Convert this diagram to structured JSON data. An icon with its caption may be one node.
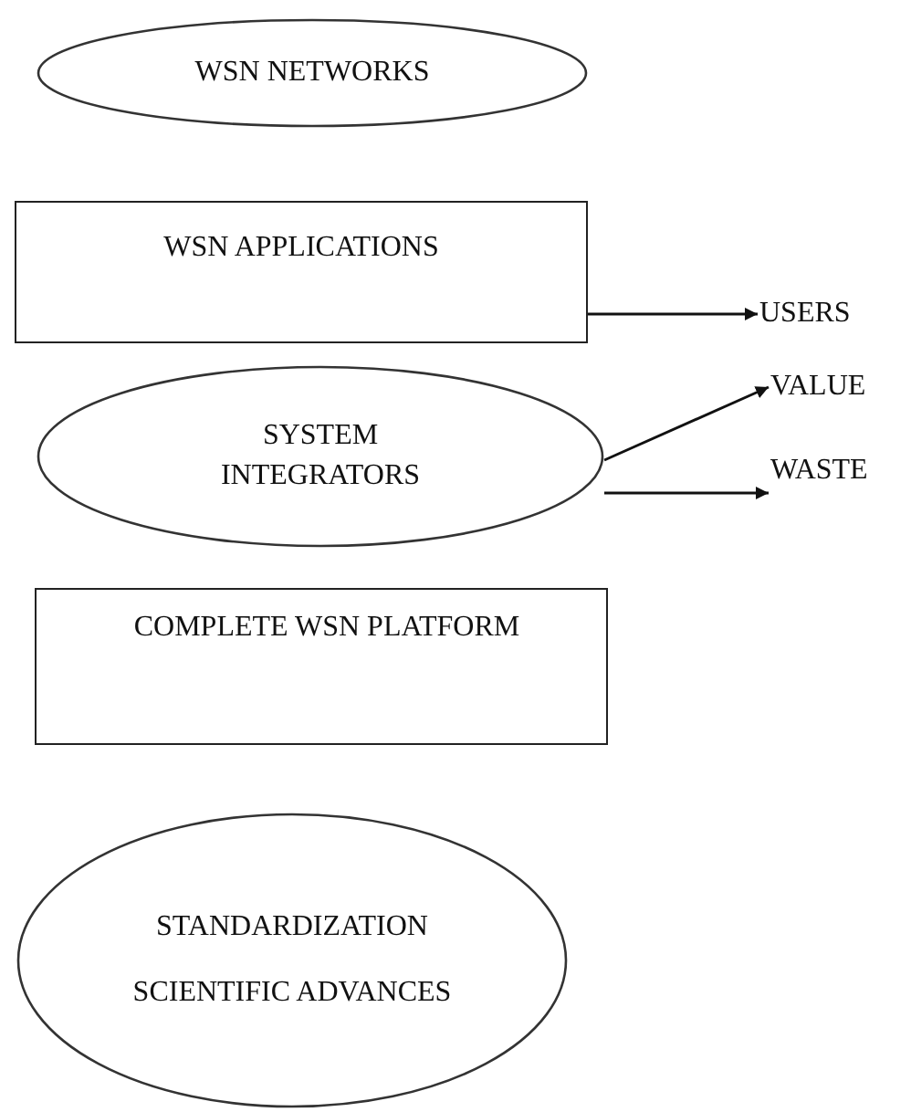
{
  "diagram": {
    "nodes": [
      {
        "text": [
          "WSN NETWORKS"
        ]
      },
      {
        "text": [
          "WSN APPLICATIONS"
        ]
      },
      {
        "text": [
          "USERS"
        ]
      },
      {
        "text": [
          "SYSTEM INTEGRATORS"
        ]
      },
      {
        "text": [
          "VALUE"
        ]
      },
      {
        "text": [
          "WASTE"
        ]
      },
      {
        "text": [
          "COMPLETE WSN PLATFORM"
        ]
      },
      {
        "text": [
          "STANDARDIZATION",
          "SCIENTIFIC ADVANCES"
        ]
      }
    ],
    "edges": [
      {
        "from": 1,
        "to": 2,
        "arrow": "to"
      },
      {
        "from": 3,
        "to": 4,
        "arrow": "to"
      },
      {
        "from": 3,
        "to": 5,
        "arrow": "to"
      }
    ]
  }
}
